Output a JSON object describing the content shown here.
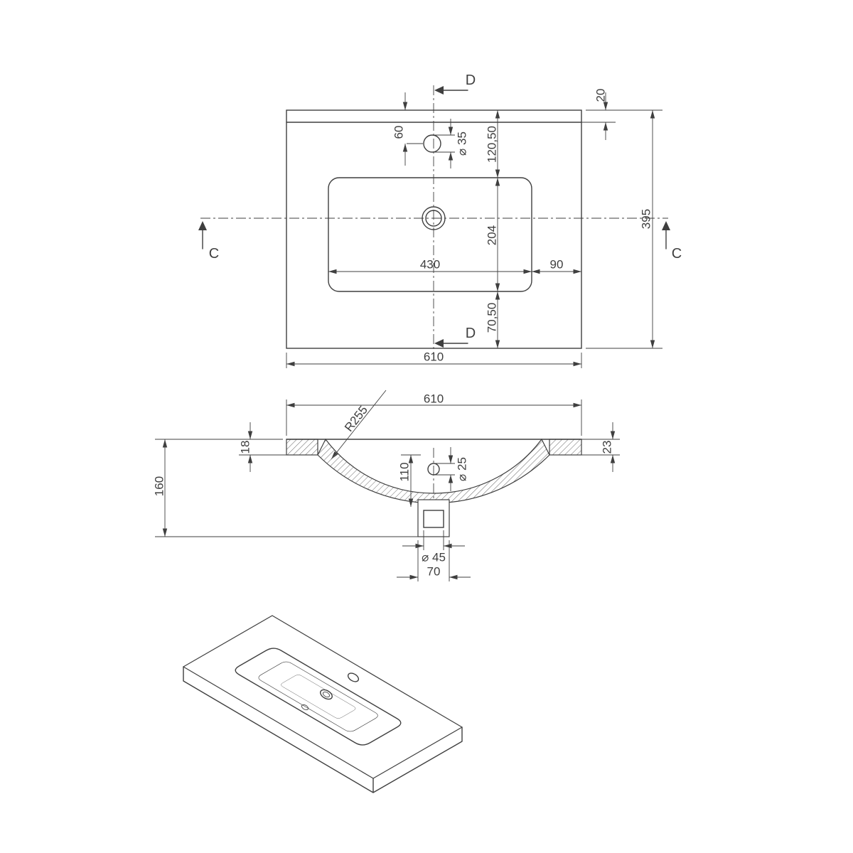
{
  "plan_view": {
    "marker_d": "D",
    "marker_c": "C",
    "dims": {
      "rim_band": "20",
      "faucet_offset": "60",
      "faucet_hole": "⌀ 35",
      "back_to_basin": "120,50",
      "depth": "395",
      "basin_length": "204",
      "basin_width": "430",
      "basin_to_side": "90",
      "basin_to_front": "70,50",
      "width": "610"
    }
  },
  "section_view": {
    "dims": {
      "width": "610",
      "bowl_radius": "R255",
      "thickness_left": "18",
      "thickness_right": "23",
      "height": "160",
      "bowl_depth": "110",
      "overflow_hole": "⌀ 25",
      "drain_hole": "⌀ 45",
      "drain_width": "70"
    }
  }
}
